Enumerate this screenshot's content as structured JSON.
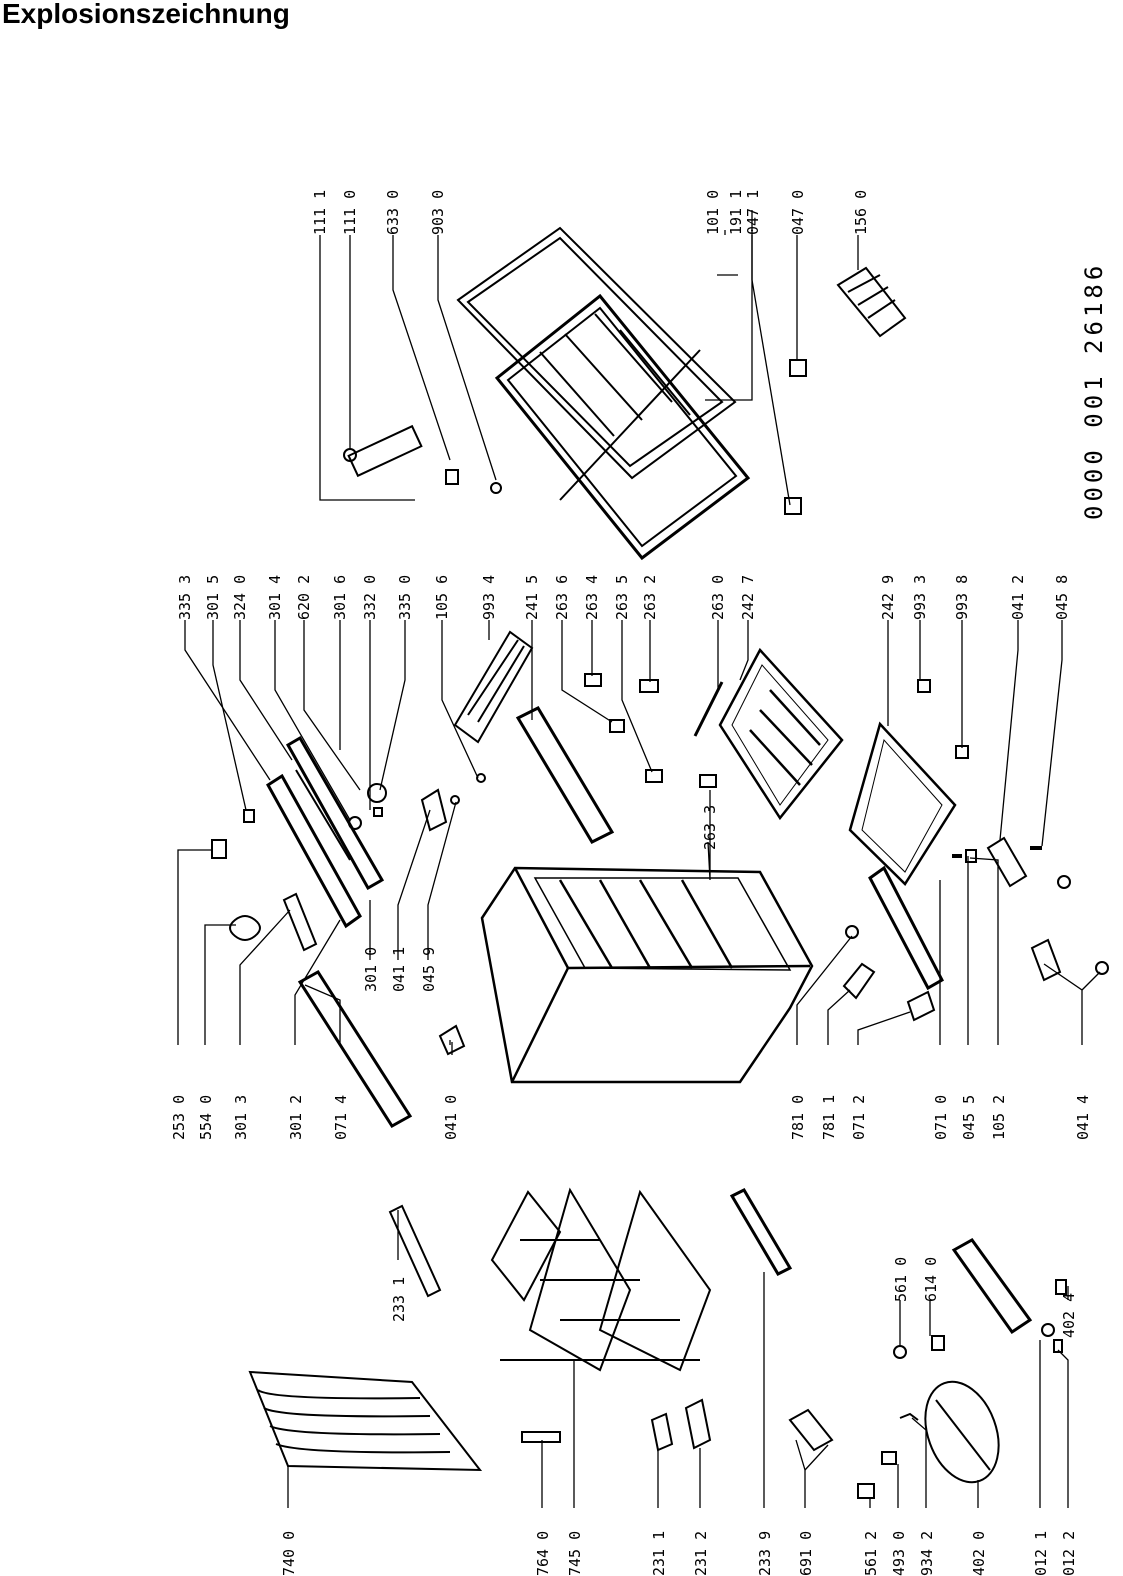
{
  "title": "Explosionszeichnung",
  "document_number": "0000 001 26186",
  "part_labels": [
    "111 1",
    "111 0",
    "633 0",
    "903 0",
    "191 1",
    "101 0",
    "047 1",
    "047 0",
    "156 0",
    "335 3",
    "301 5",
    "324 0",
    "301 4",
    "620 2",
    "301 6",
    "332 0",
    "335 0",
    "105 6",
    "993 4",
    "241 5",
    "263 6",
    "263 4",
    "263 5",
    "263 2",
    "263 0",
    "242 7",
    "242 9",
    "993 3",
    "993 8",
    "041 2",
    "045 8",
    "263 3",
    "253 0",
    "554 0",
    "301 3",
    "301 2",
    "071 4",
    "041 0",
    "301 0",
    "041 1",
    "045 9",
    "781 0",
    "781 1",
    "071 2",
    "071 0",
    "045 5",
    "105 2",
    "041 4",
    "233 1",
    "561 0",
    "614 0",
    "402 4",
    "740 0",
    "764 0",
    "745 0",
    "231 1",
    "231 2",
    "233 9",
    "691 0",
    "561 2",
    "493 0",
    "934 2",
    "402 0",
    "012 1",
    "012 2"
  ]
}
